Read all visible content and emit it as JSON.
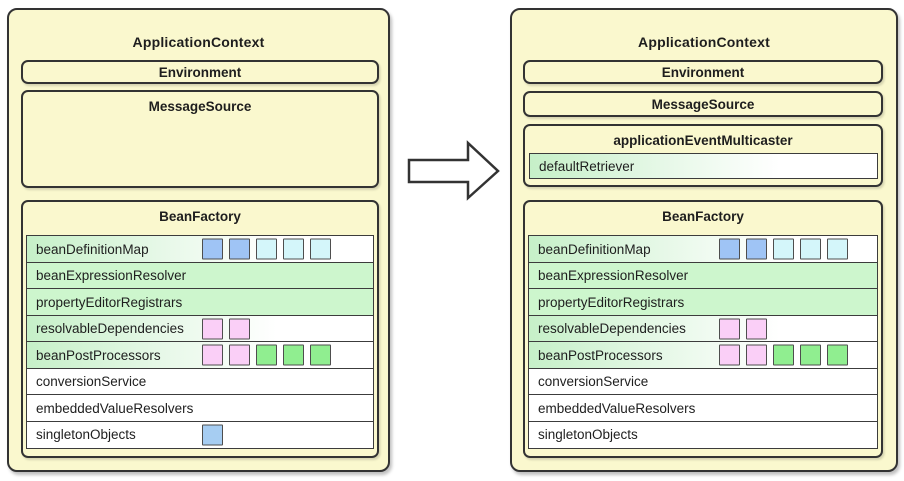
{
  "colors": {
    "panel_fill": "#FAF8CE",
    "border": "#333333",
    "row_border": "#3C3C3C",
    "row_green_solid": "#CDF6CD",
    "row_green_gradient_start": "#C6F0C8",
    "square_blue": "#9FC4F5",
    "square_cyan": "#D4F6FA",
    "square_pink": "#FACFF7",
    "square_green": "#90EE90",
    "square_skyblue": "#A6CDF2"
  },
  "arrow": {
    "icon": "right-block-arrow"
  },
  "panels": [
    {
      "title": "ApplicationContext",
      "environment_label": "Environment",
      "message_source_label": "MessageSource",
      "bean_factory": {
        "title": "BeanFactory",
        "rows": [
          {
            "label": "beanDefinitionMap",
            "bg": "gradient",
            "squares": [
              "blue",
              "blue",
              "cyan",
              "cyan",
              "cyan"
            ]
          },
          {
            "label": "beanExpressionResolver",
            "bg": "solid",
            "squares": []
          },
          {
            "label": "propertyEditorRegistrars",
            "bg": "solid",
            "squares": []
          },
          {
            "label": "resolvableDependencies",
            "bg": "gradient",
            "squares": [
              "pink",
              "pink"
            ]
          },
          {
            "label": "beanPostProcessors",
            "bg": "gradient",
            "squares": [
              "pink",
              "pink",
              "green",
              "green",
              "green"
            ]
          },
          {
            "label": "conversionService",
            "bg": "white",
            "squares": []
          },
          {
            "label": "embeddedValueResolvers",
            "bg": "white",
            "squares": []
          },
          {
            "label": "singletonObjects",
            "bg": "white",
            "squares": [
              "skyblue"
            ]
          }
        ]
      }
    },
    {
      "title": "ApplicationContext",
      "environment_label": "Environment",
      "message_source_label": "MessageSource",
      "event_multicaster": {
        "title": "applicationEventMulticaster",
        "rows": [
          {
            "label": "defaultRetriever",
            "bg": "gradient",
            "squares": []
          }
        ]
      },
      "bean_factory": {
        "title": "BeanFactory",
        "rows": [
          {
            "label": "beanDefinitionMap",
            "bg": "gradient",
            "squares": [
              "blue",
              "blue",
              "cyan",
              "cyan",
              "cyan"
            ]
          },
          {
            "label": "beanExpressionResolver",
            "bg": "solid",
            "squares": []
          },
          {
            "label": "propertyEditorRegistrars",
            "bg": "solid",
            "squares": []
          },
          {
            "label": "resolvableDependencies",
            "bg": "gradient",
            "squares": [
              "pink",
              "pink"
            ]
          },
          {
            "label": "beanPostProcessors",
            "bg": "gradient",
            "squares": [
              "pink",
              "pink",
              "green",
              "green",
              "green"
            ]
          },
          {
            "label": "conversionService",
            "bg": "white",
            "squares": []
          },
          {
            "label": "embeddedValueResolvers",
            "bg": "white",
            "squares": []
          },
          {
            "label": "singletonObjects",
            "bg": "white",
            "squares": []
          }
        ]
      }
    }
  ]
}
